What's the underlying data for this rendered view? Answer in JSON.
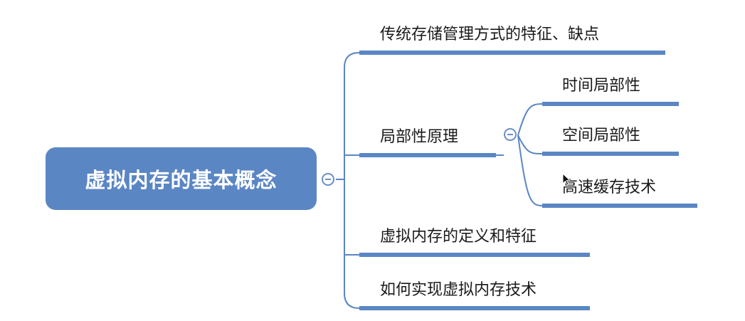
{
  "colors": {
    "root_fill": "#5b86c4",
    "line": "#5b86c4",
    "toggle": "#6a8fc8"
  },
  "root": {
    "label": "虚拟内存的基本概念"
  },
  "topics": [
    {
      "label": "传统存储管理方式的特征、缺点"
    },
    {
      "label": "局部性原理",
      "children": [
        {
          "label": "时间局部性"
        },
        {
          "label": "空间局部性"
        },
        {
          "label": "高速缓存技术"
        }
      ]
    },
    {
      "label": "虚拟内存的定义和特征"
    },
    {
      "label": "如何实现虚拟内存技术"
    }
  ]
}
